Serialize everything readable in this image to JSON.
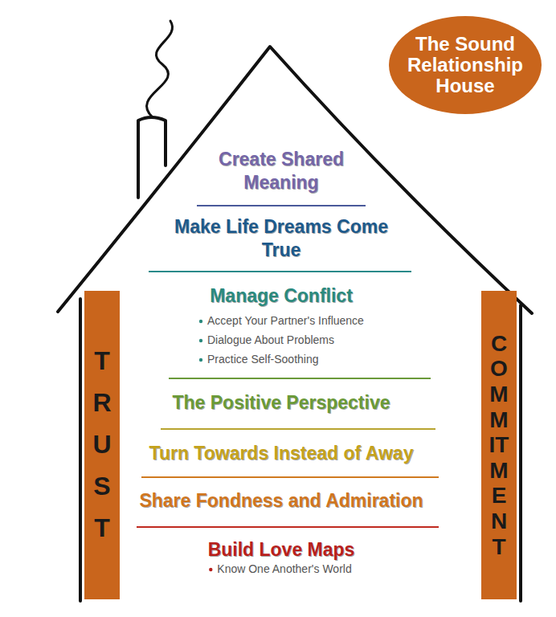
{
  "diagram": {
    "nodes": [
      {
        "text": [
          "The Sound Relationship House"
        ]
      },
      {
        "text": [
          "TRUST"
        ]
      },
      {
        "text": [
          "COMMITMENT"
        ]
      }
    ],
    "labels": [
      "Create Shared Meaning",
      "Make Life Dreams Come True",
      "Manage Conflict",
      "Accept Your Partner's Influence",
      "Dialogue About Problems",
      "Practice Self-Soothing",
      "The Positive Perspective",
      "Turn Towards Instead of Away",
      "Share Fondness and Admiration",
      "Build Love Maps",
      "Know One Another's World"
    ]
  }
}
